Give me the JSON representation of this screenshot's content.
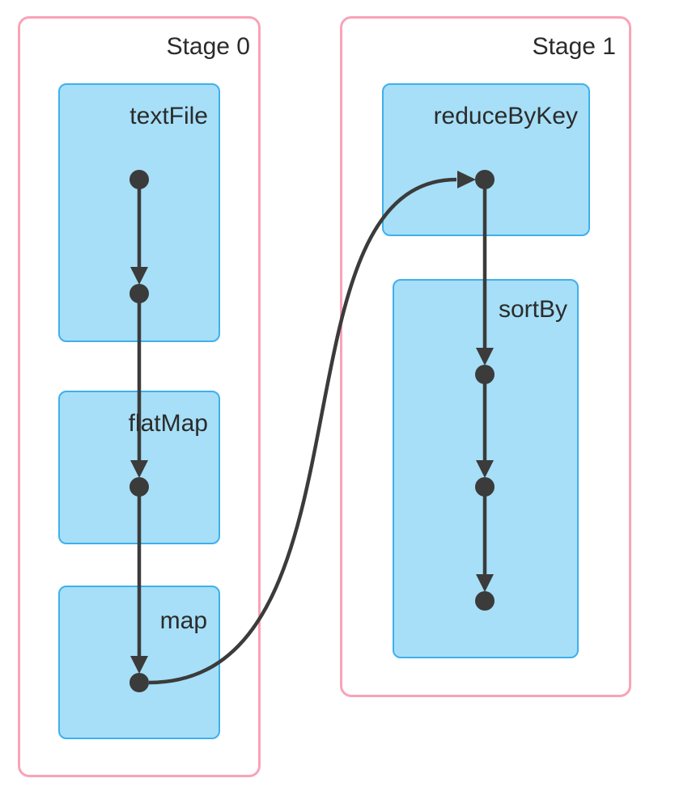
{
  "stages": [
    {
      "label": "Stage 0",
      "operations": [
        {
          "label": "textFile",
          "node_count": 2
        },
        {
          "label": "flatMap",
          "node_count": 1
        },
        {
          "label": "map",
          "node_count": 1
        }
      ]
    },
    {
      "label": "Stage 1",
      "operations": [
        {
          "label": "reduceByKey",
          "node_count": 1
        },
        {
          "label": "sortBy",
          "node_count": 3
        }
      ]
    }
  ],
  "graph": {
    "nodes": [
      {
        "id": "n0",
        "stage": "Stage 0",
        "operation": "textFile"
      },
      {
        "id": "n1",
        "stage": "Stage 0",
        "operation": "textFile"
      },
      {
        "id": "n2",
        "stage": "Stage 0",
        "operation": "flatMap"
      },
      {
        "id": "n3",
        "stage": "Stage 0",
        "operation": "map"
      },
      {
        "id": "n4",
        "stage": "Stage 1",
        "operation": "reduceByKey"
      },
      {
        "id": "n5",
        "stage": "Stage 1",
        "operation": "sortBy"
      },
      {
        "id": "n6",
        "stage": "Stage 1",
        "operation": "sortBy"
      },
      {
        "id": "n7",
        "stage": "Stage 1",
        "operation": "sortBy"
      }
    ],
    "edges": [
      [
        "n0",
        "n1"
      ],
      [
        "n1",
        "n2"
      ],
      [
        "n2",
        "n3"
      ],
      [
        "n3",
        "n4"
      ],
      [
        "n4",
        "n5"
      ],
      [
        "n5",
        "n6"
      ],
      [
        "n6",
        "n7"
      ]
    ]
  },
  "colors": {
    "stage_border": "#F9A3B7",
    "operation_fill": "#A6DFF7",
    "operation_border": "#3FB0ED",
    "edge_and_node": "#3B3B3B",
    "text": "#2B2B2B",
    "background": "#FFFFFF"
  }
}
